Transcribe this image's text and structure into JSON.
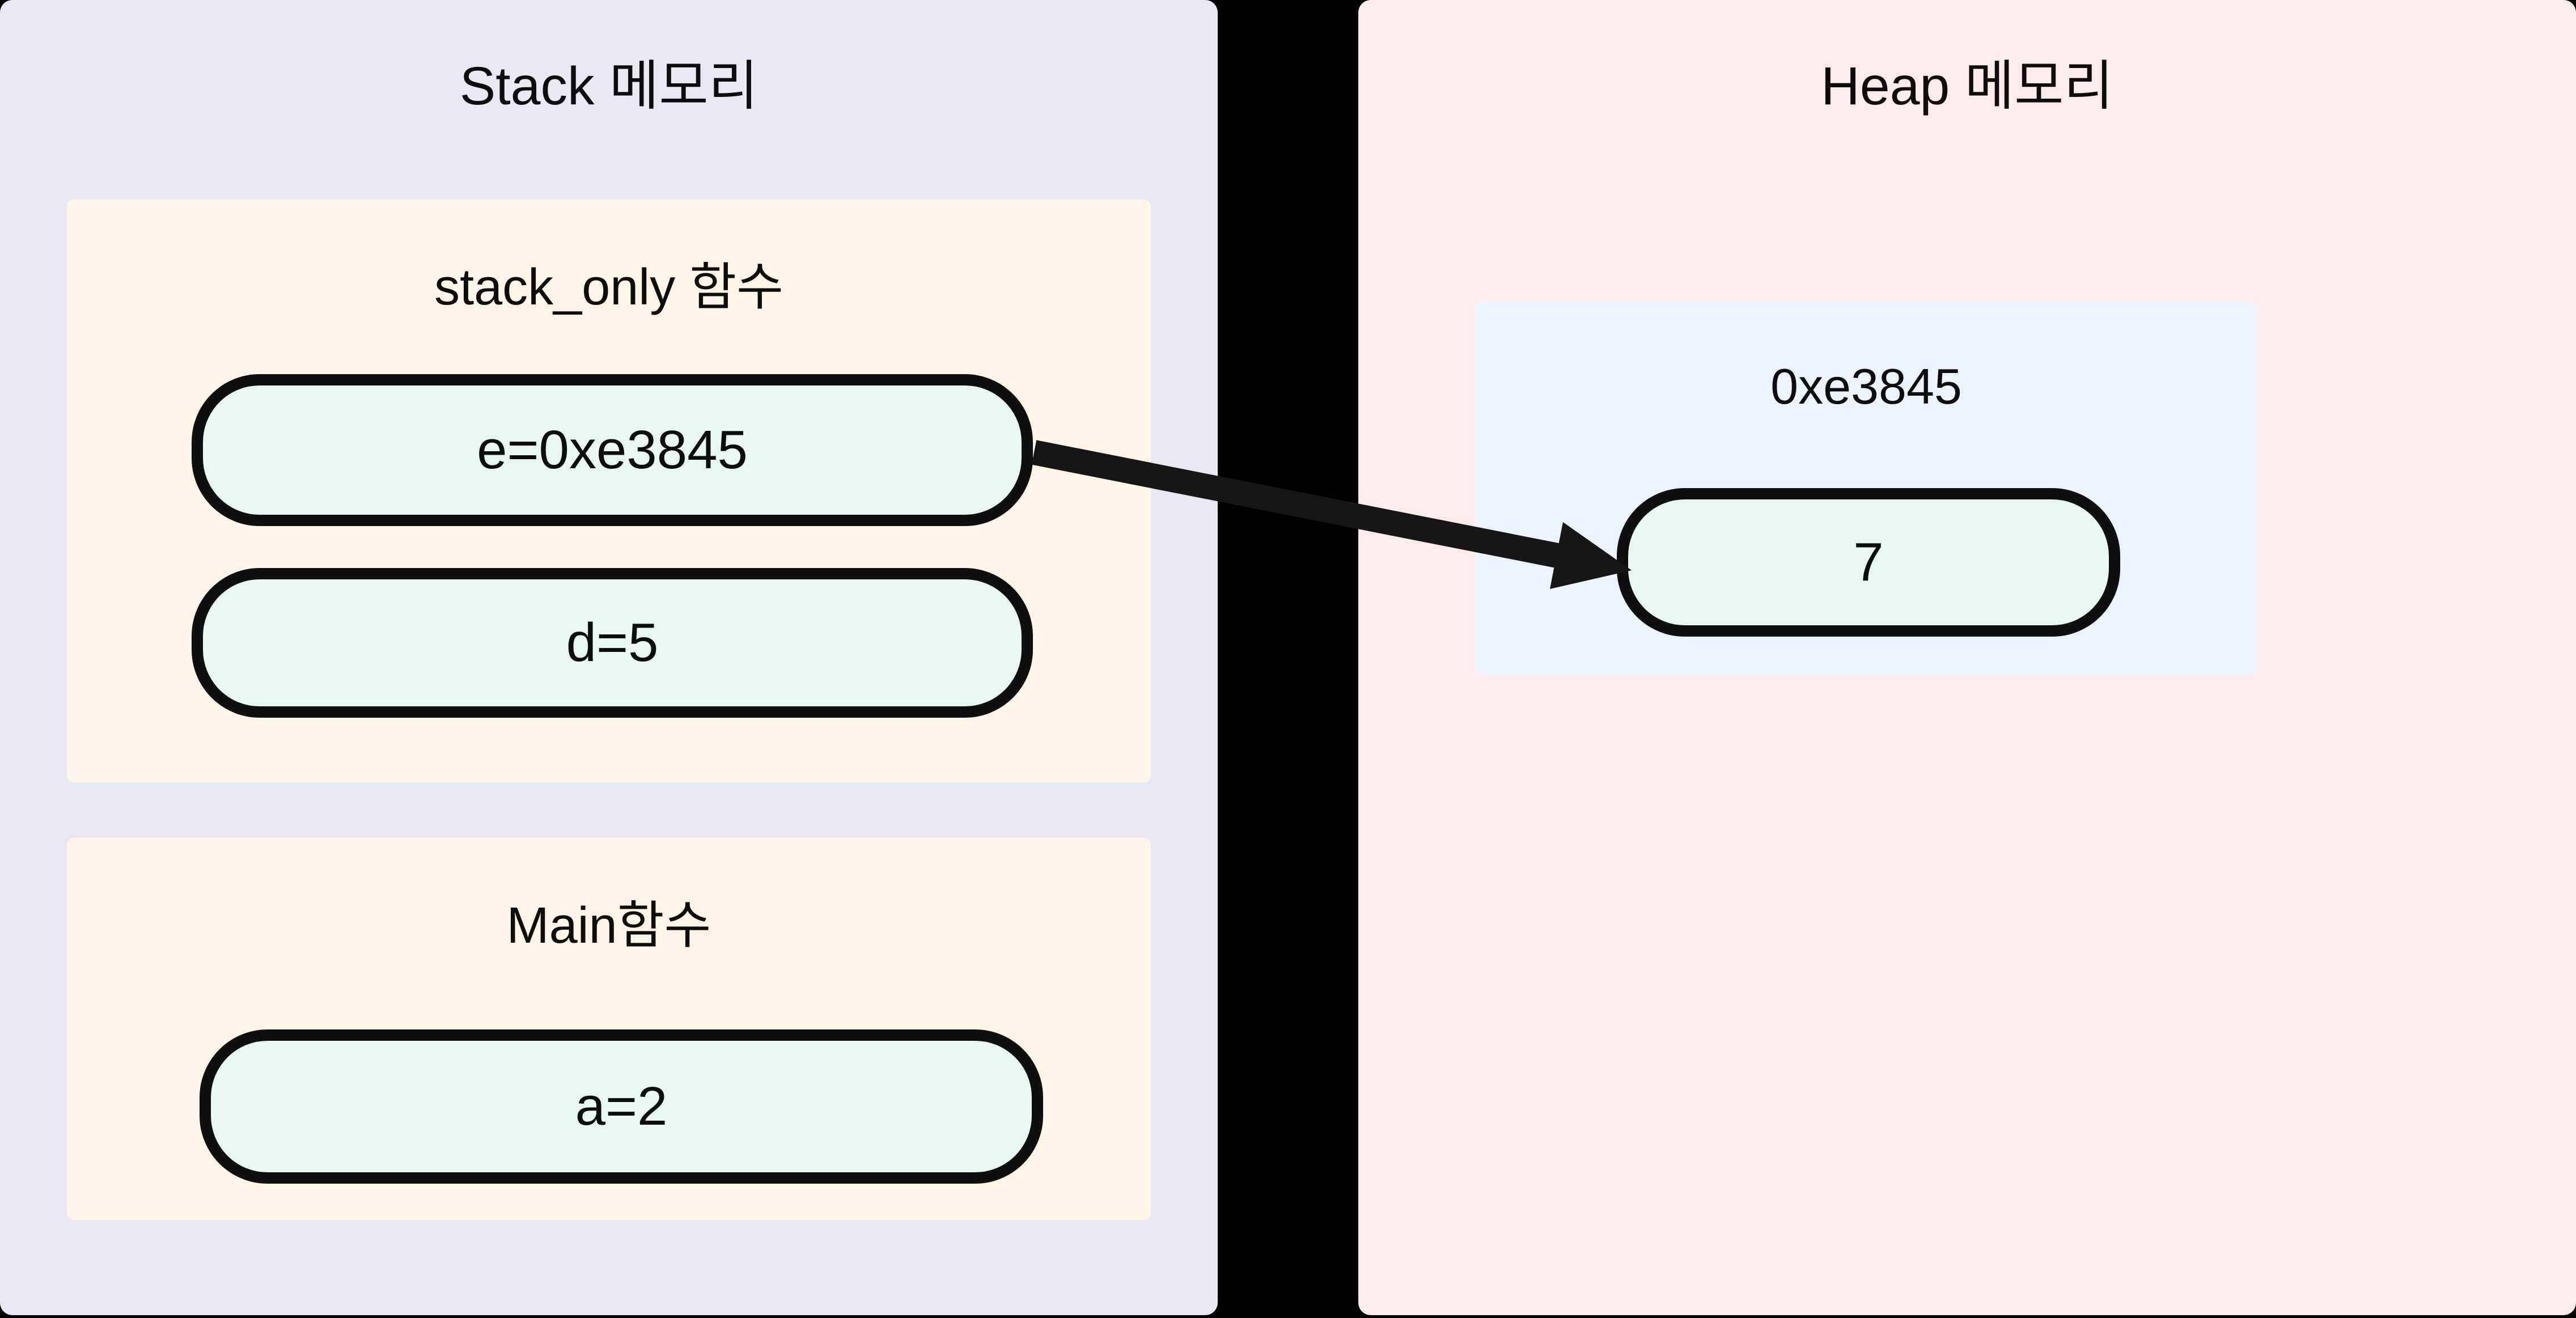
{
  "stack": {
    "title": "Stack 메모리",
    "frames": [
      {
        "title": "stack_only 함수",
        "vars": [
          {
            "label": "e=0xe3845"
          },
          {
            "label": "d=5"
          }
        ]
      },
      {
        "title": "Main함수",
        "vars": [
          {
            "label": "a=2"
          }
        ]
      }
    ]
  },
  "heap": {
    "title": "Heap 메모리",
    "blocks": [
      {
        "address": "0xe3845",
        "values": [
          {
            "label": "7"
          }
        ]
      }
    ]
  },
  "arrow": {
    "from": "e=0xe3845",
    "to": "0xe3845"
  },
  "colors": {
    "canvas_bg": "#000000",
    "stack_panel_bg": "#e9e9f4",
    "heap_panel_bg": "#fdeceb",
    "frame_bg": "#fef4e8",
    "heap_block_bg": "#edf3fe",
    "cell_bg": "#e8f7f1",
    "cell_border": "#0f0f0f",
    "arrow_color": "#161616",
    "text_color": "#0d0d0d"
  }
}
